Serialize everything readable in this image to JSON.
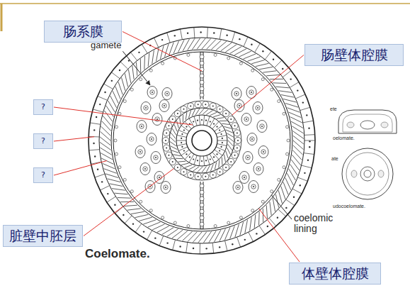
{
  "diagram": {
    "nodes": [
      {
        "text": [
          "肠系膜"
        ]
      },
      {
        "text": [
          "肠壁体腔膜"
        ]
      },
      {
        "text": [
          "?"
        ]
      },
      {
        "text": [
          "?"
        ]
      },
      {
        "text": [
          "?"
        ]
      },
      {
        "text": [
          "脏壁中胚层"
        ]
      },
      {
        "text": [
          "体壁体腔膜"
        ]
      }
    ],
    "labels": [
      "gamete",
      "coelomic lining",
      "Coelomate.",
      "ete",
      "oelomate.",
      "ate",
      "udocoelomate."
    ]
  }
}
